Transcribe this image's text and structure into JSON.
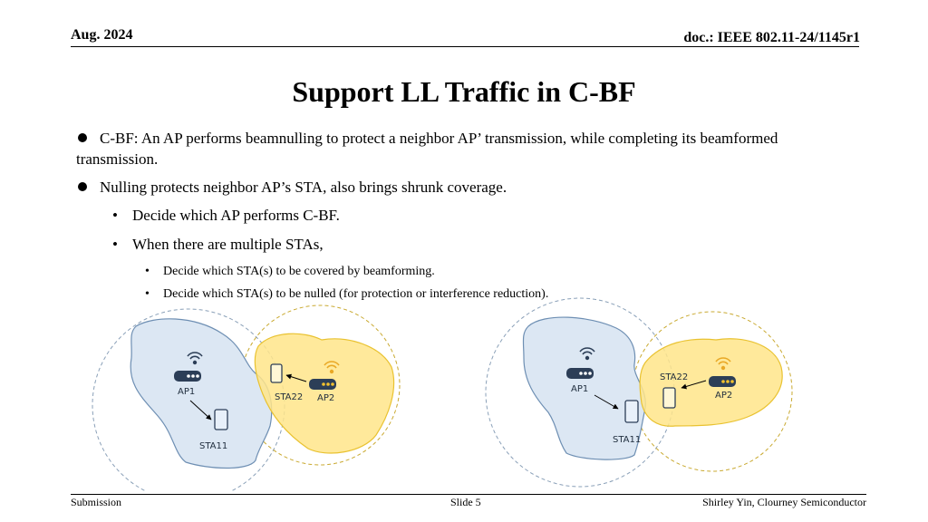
{
  "header": {
    "date": "Aug. 2024",
    "doc": "doc.: IEEE 802.11-24/1145r1"
  },
  "title": "Support LL Traffic in C-BF",
  "bullets": [
    {
      "level": 1,
      "text": "C-BF: An AP performs beamnulling to protect a neighbor AP’ transmission, while completing its beamformed transmission."
    },
    {
      "level": 1,
      "text": "Nulling protects neighbor AP’s STA, also brings shrunk coverage."
    },
    {
      "level": 2,
      "text": "Decide which AP performs C-BF."
    },
    {
      "level": 2,
      "text": "When there are multiple STAs,"
    },
    {
      "level": 3,
      "text": "Decide which STA(s) to be covered by beamforming."
    },
    {
      "level": 3,
      "text": "Decide which STA(s) to be nulled (for protection or interference reduction)."
    }
  ],
  "diagram": {
    "left": {
      "ap1": "AP1",
      "ap2": "AP2",
      "sta11": "STA11",
      "sta22": "STA22"
    },
    "right": {
      "ap1": "AP1",
      "ap2": "AP2",
      "sta11": "STA11",
      "sta22": "STA22"
    },
    "colors": {
      "blue_fill": "#dce7f3",
      "blue_stroke": "#6e8fb3",
      "yellow_fill": "#ffe58a",
      "yellow_stroke": "#e9c230",
      "circle": "#8aa0b8"
    }
  },
  "footer": {
    "left": "Submission",
    "center": "Slide 5",
    "right": "Shirley Yin, Clourney Semiconductor"
  }
}
